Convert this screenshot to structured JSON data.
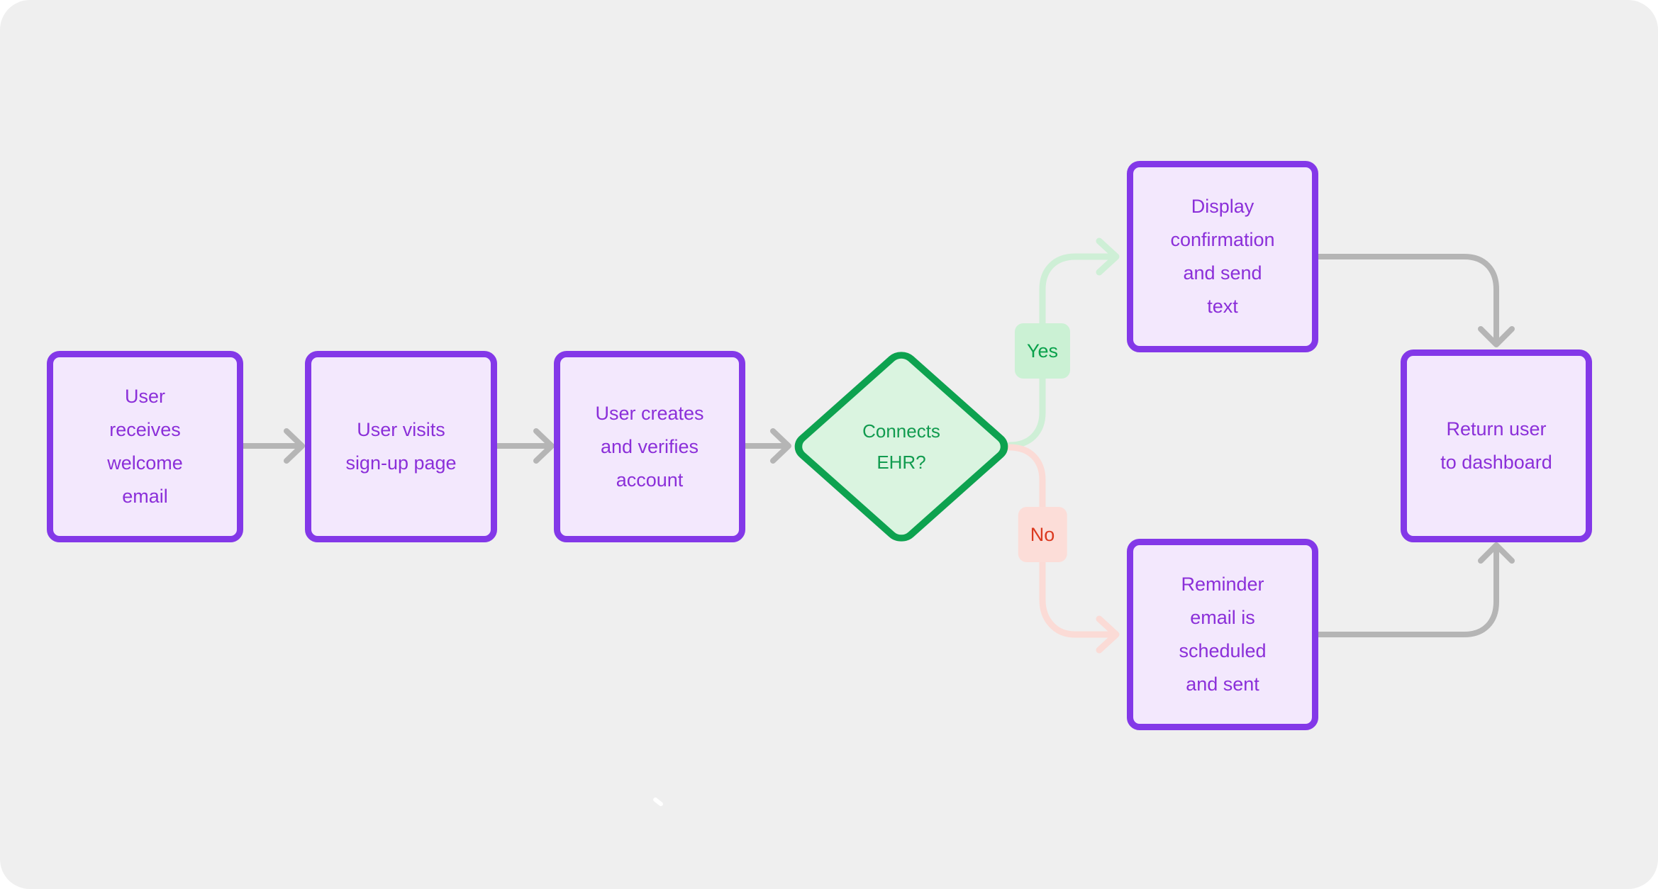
{
  "canvas": {
    "background": "#EFEFEF",
    "page_background": "#FFFFFF"
  },
  "colors": {
    "node_border_purple": "#8338E8",
    "node_fill_purple": "#F3E8FD",
    "node_text_purple": "#8B2FD9",
    "decision_border_green": "#0DA24F",
    "decision_fill_green": "#DAF4E0",
    "decision_text_green": "#119B4F",
    "yes_chip_bg": "#CBF1D4",
    "yes_chip_text": "#09A14B",
    "no_chip_bg": "#FCDDD8",
    "no_chip_text": "#DB3A20",
    "connector_gray": "#B5B5B5",
    "connector_green": "#CEEFD6",
    "connector_pink": "#FBDBD6"
  },
  "flowchart": {
    "nodes": [
      {
        "id": "welcome-email",
        "label": "User\nreceives\nwelcome\nemail"
      },
      {
        "id": "visit-signup",
        "label": "User visits\nsign-up page"
      },
      {
        "id": "create-verify",
        "label": "User creates\nand verifies\naccount"
      },
      {
        "id": "connects-ehr",
        "label": "Connects\nEHR?"
      },
      {
        "id": "display-confirmation",
        "label": "Display\nconfirmation\nand send\ntext"
      },
      {
        "id": "reminder-email",
        "label": "Reminder\nemail is\nscheduled\nand sent"
      },
      {
        "id": "return-dashboard",
        "label": "Return user\nto dashboard"
      }
    ],
    "edge_labels": {
      "yes": "Yes",
      "no": "No"
    }
  }
}
